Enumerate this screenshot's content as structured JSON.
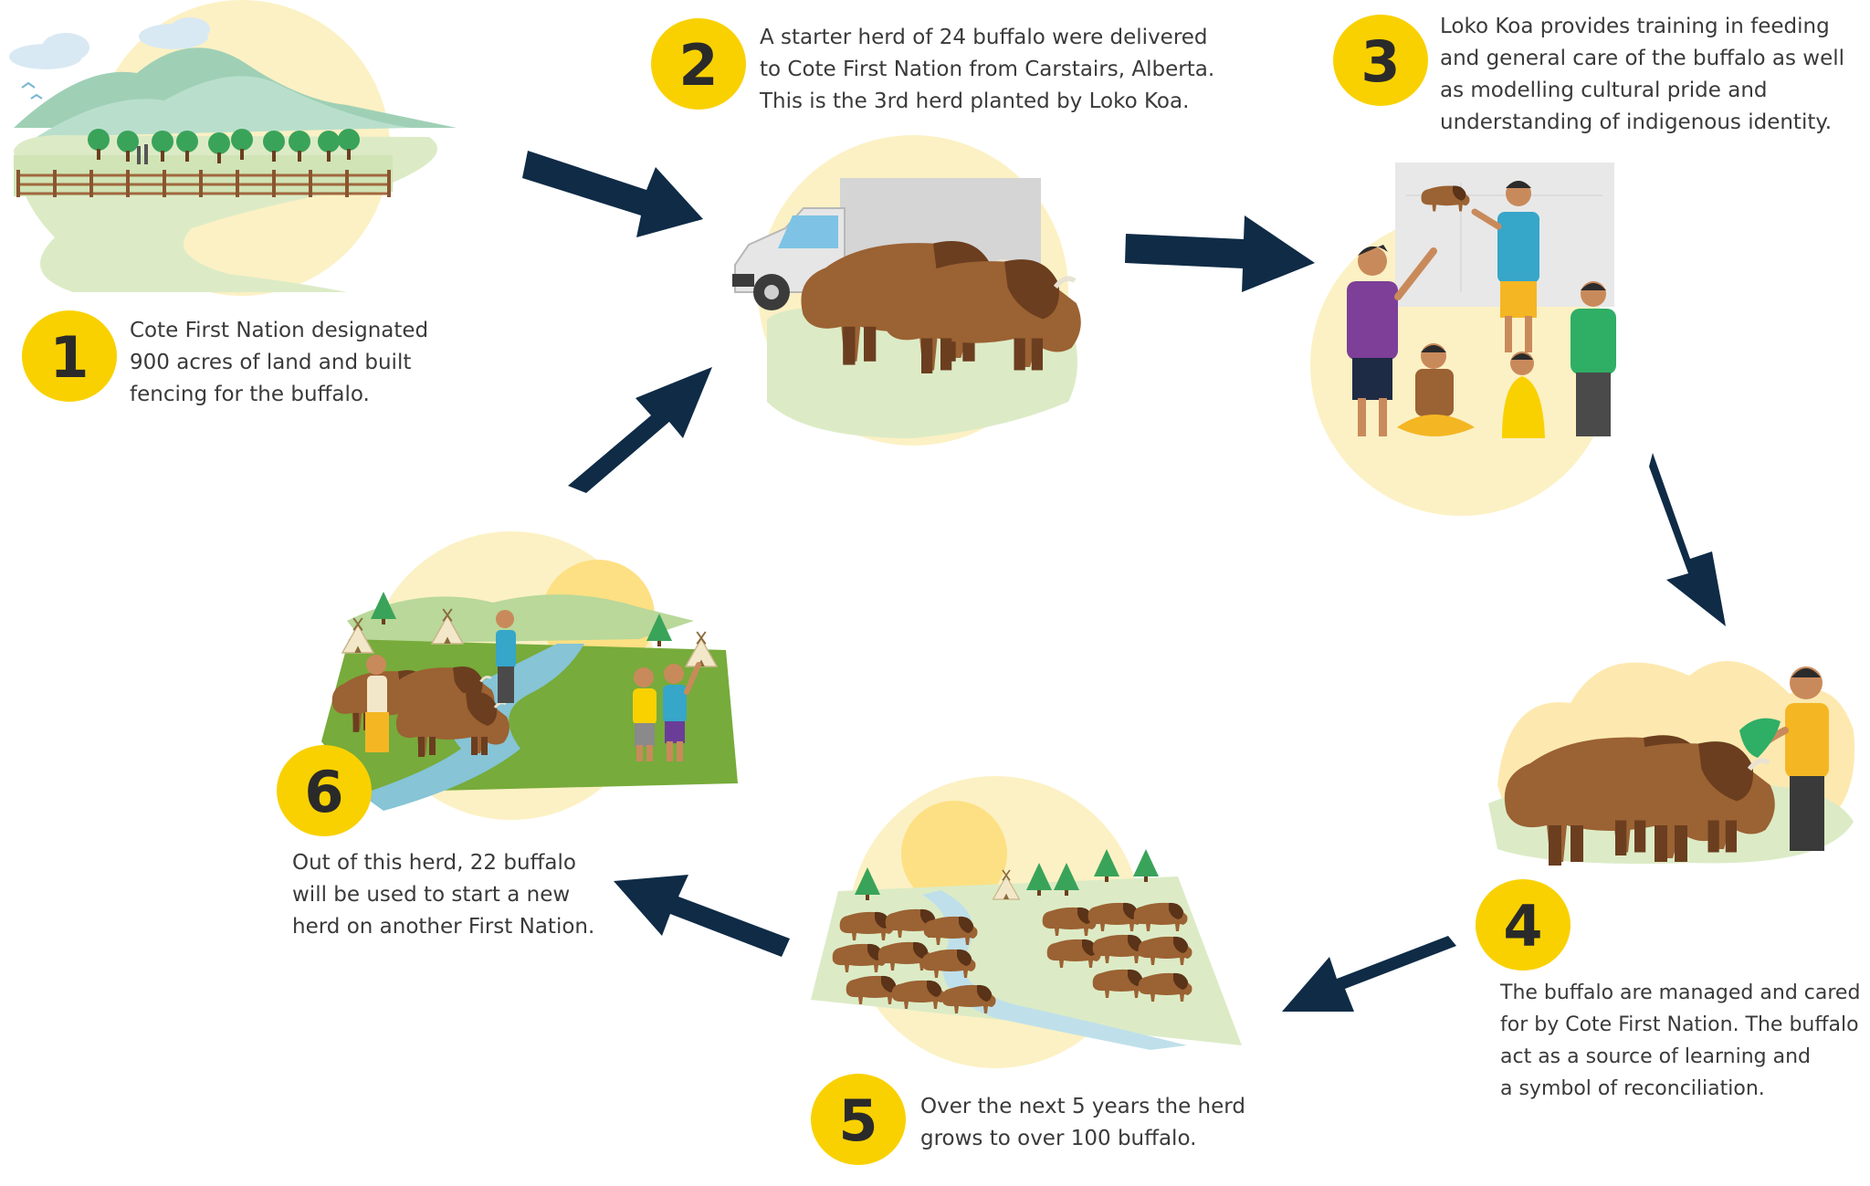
{
  "colors": {
    "arrow": "#0f2b46",
    "badge": "#f9d100",
    "halo": "#fcf1c4",
    "grass_light": "#dcebc6",
    "grass_dark": "#77ab3b",
    "river": "#86c4d6",
    "buffalo": "#9b6233",
    "buffalo_dark": "#6b3e1f",
    "text": "#3a3a3a"
  },
  "steps": [
    {
      "number": "1",
      "icon": "land-and-fence-icon",
      "lines": [
        "Cote First Nation designated",
        "900 acres of land and built",
        "fencing for the buffalo."
      ]
    },
    {
      "number": "2",
      "icon": "truck-with-buffalo-icon",
      "lines": [
        "A starter herd of 24 buffalo were delivered",
        "to Cote First Nation from Carstairs, Alberta.",
        "This is the 3rd herd planted by Loko Koa."
      ]
    },
    {
      "number": "3",
      "icon": "training-group-icon",
      "lines": [
        "Loko Koa provides training in feeding",
        "and general care of the buffalo as well",
        "as modelling cultural pride and",
        "understanding of indigenous identity."
      ]
    },
    {
      "number": "4",
      "icon": "caretaker-feeding-buffalo-icon",
      "lines": [
        "The buffalo are managed and cared",
        "for by Cote First Nation. The buffalo",
        "act as a source of learning and",
        "a symbol of reconciliation."
      ]
    },
    {
      "number": "5",
      "icon": "large-herd-by-river-icon",
      "lines": [
        "Over the next 5 years the herd",
        "grows to over 100 buffalo."
      ]
    },
    {
      "number": "6",
      "icon": "new-herd-community-icon",
      "lines": [
        "Out of this herd, 22 buffalo",
        "will be used to start a new",
        "herd on another First Nation."
      ]
    }
  ]
}
